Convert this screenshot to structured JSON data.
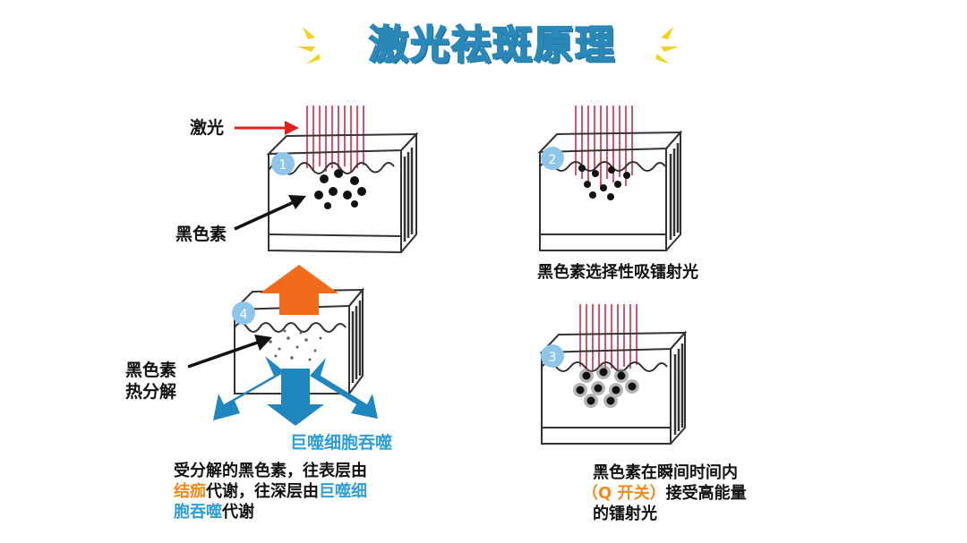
{
  "title": "激光祛斑原理",
  "steps": [
    {
      "number": "1"
    },
    {
      "number": "2",
      "caption": "黑色素选择性吸镭射光"
    },
    {
      "number": "3",
      "caption_line1": "黑色素在瞬间时间内",
      "caption_line2_a": "（Q 开关）",
      "caption_line2_b": "接受高能量",
      "caption_line3": "的镭射光"
    },
    {
      "number": "4"
    }
  ],
  "labels": {
    "laser": "激光",
    "melanin": "黑色素",
    "melanin_heat_line1": "黑色素",
    "melanin_heat_line2": "热分解",
    "macrophage": "巨噬细胞吞噬"
  },
  "step4_caption": {
    "line1": "受分解的黑色素，往表层由",
    "line2_a": "结痂",
    "line2_b": "代谢，往深层由",
    "line2_c": "巨噬细",
    "line3_a": "胞吞噬",
    "line3_b": "代谢"
  },
  "colors": {
    "laser": "#d9556b",
    "arrow_red": "#e02020",
    "arrow_orange": "#f26a1b",
    "arrow_blue": "#1f86bf",
    "badge": "#8ec6ea",
    "title_fill": "#bfe6f2",
    "title_stroke": "#2a88b8",
    "sparkle": "#f2d21a",
    "highlight_orange": "#f08a1c",
    "highlight_blue": "#2e9fd6"
  }
}
